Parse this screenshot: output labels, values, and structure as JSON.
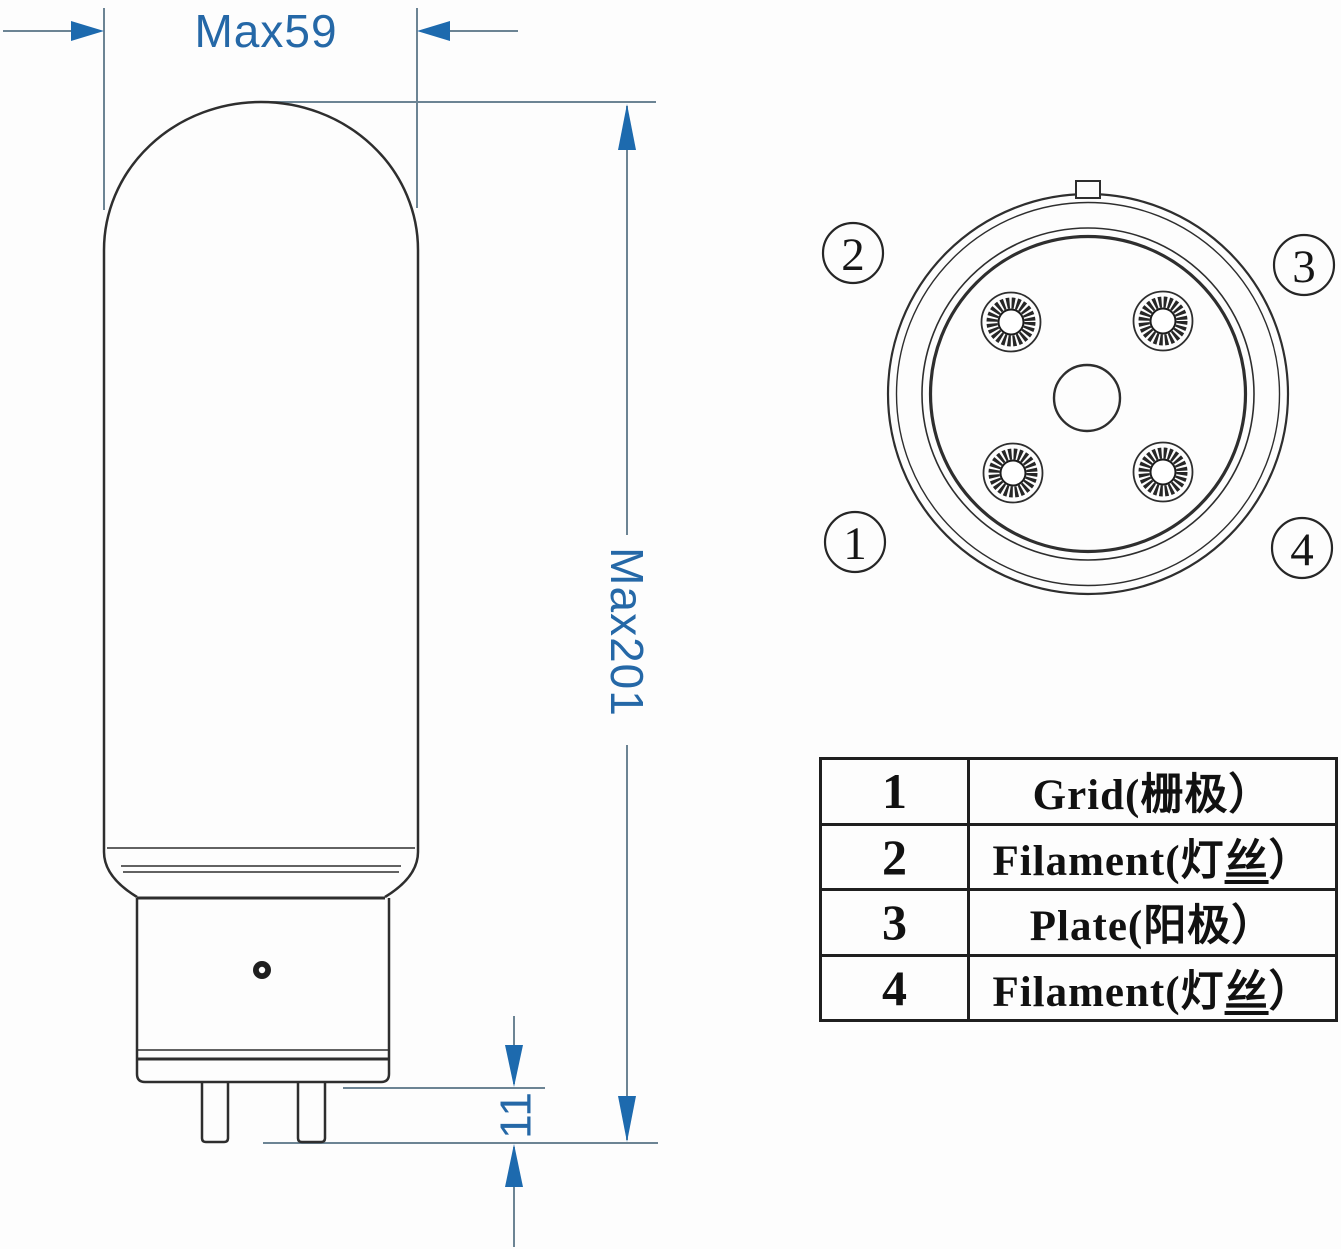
{
  "dimensions": {
    "width_label": "Max59",
    "height_label": "Max201",
    "pin_length_label": "11"
  },
  "connector_view": {
    "pin_badges": {
      "top_left": "2",
      "top_right": "3",
      "bottom_left": "1",
      "bottom_right": "4"
    }
  },
  "pinout_table": {
    "rows": [
      {
        "pin": "1",
        "name_pre": "Grid(栅极）",
        "name_underline": "",
        "name_post": ""
      },
      {
        "pin": "2",
        "name_pre": "Filament(灯",
        "name_underline": "丝",
        "name_post": "）"
      },
      {
        "pin": "3",
        "name_pre": "Plate(阳极）",
        "name_underline": "",
        "name_post": ""
      },
      {
        "pin": "4",
        "name_pre": "Filament(灯",
        "name_underline": "丝",
        "name_post": "）"
      }
    ]
  },
  "colors": {
    "dimension_arrow_blue": "#1d6aae",
    "dimension_text_blue": "#2568a7",
    "extension_line_gray": "#6c8494",
    "outline_dark": "#2e2e2e"
  }
}
